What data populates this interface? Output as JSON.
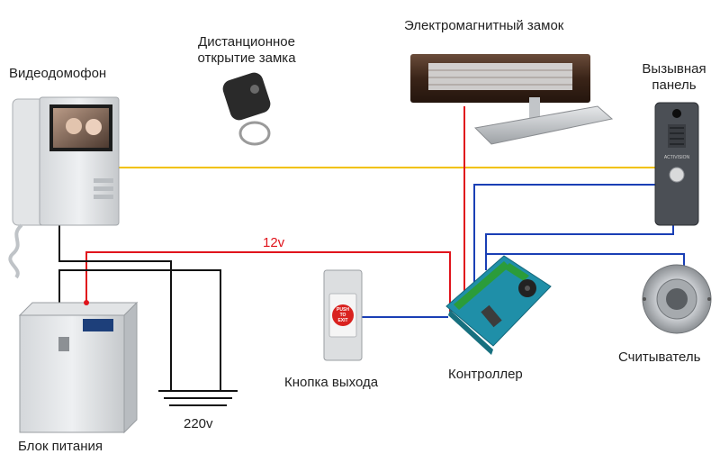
{
  "labels": {
    "videophone": "Видеодомофон",
    "remote_line1": "Дистанционное",
    "remote_line2": "открытие замка",
    "maglock": "Электромагнитный замок",
    "call_panel_line1": "Вызывная",
    "call_panel_line2": "панель",
    "voltage_12": "12v",
    "voltage_220": "220v",
    "power_supply": "Блок питания",
    "exit_button": "Кнопка выхода",
    "controller": "Контроллер",
    "reader": "Считыватель"
  },
  "devices": {
    "exit_button_face": [
      "PUSH",
      "TO",
      "EXIT"
    ],
    "call_panel_brand": "ACTIVISION"
  },
  "colors": {
    "video_wire": "#f2c200",
    "power_wire": "#e0141c",
    "signal_wire": "#1a3fb5",
    "ground_wire": "#111111",
    "controller_board": "#1f8fa8"
  }
}
